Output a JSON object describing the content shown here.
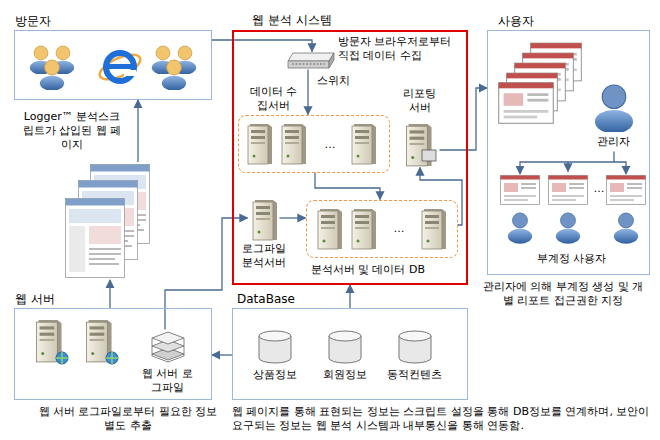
{
  "diagram": {
    "nodes": [
      {
        "text": [
          "방문자"
        ]
      },
      {
        "text": [
          "Logger™ 분석스크립트가 삽입된 웹 페이지"
        ]
      },
      {
        "text": [
          "웹 분석 시스템"
        ]
      },
      {
        "text": [
          "스위치"
        ],
        "in": 2
      },
      {
        "text": [
          "데이터 수집서버"
        ],
        "in": 2
      },
      {
        "text": [
          "리포팅 서버"
        ],
        "in": 2
      },
      {
        "text": [
          "로그파일 분석서버"
        ],
        "in": 2
      },
      {
        "text": [
          "분석서버 및 데이터 DB"
        ],
        "in": 2
      },
      {
        "text": [
          "사용자"
        ]
      },
      {
        "text": [
          "관리자"
        ],
        "in": 8
      },
      {
        "text": [
          "부계정 사용자"
        ],
        "in": 8
      },
      {
        "text": [
          "웹 서버"
        ]
      },
      {
        "text": [
          "웹 서버 로그파일"
        ],
        "in": 11
      },
      {
        "text": [
          "DataBase"
        ]
      },
      {
        "text": [
          "상품정보"
        ],
        "in": 13
      },
      {
        "text": [
          "회원정보"
        ],
        "in": 13
      },
      {
        "text": [
          "동적컨텐츠"
        ],
        "in": 13
      }
    ],
    "edges": [
      {
        "from": 0,
        "to": 3,
        "arrow": "to"
      },
      {
        "from": 3,
        "to": 4,
        "arrow": "to"
      },
      {
        "from": 4,
        "to": 7,
        "arrow": "to"
      },
      {
        "from": 7,
        "to": 5,
        "arrow": "to"
      },
      {
        "from": 5,
        "to": 8,
        "arrow": "to"
      },
      {
        "from": 11,
        "to": 1,
        "arrow": "to"
      },
      {
        "from": 1,
        "to": 0,
        "arrow": "to"
      },
      {
        "from": 12,
        "to": 6,
        "arrow": "to"
      },
      {
        "from": 6,
        "to": 7,
        "arrow": "to"
      },
      {
        "from": 13,
        "to": 2,
        "arrow": "to"
      },
      {
        "from": 13,
        "to": 11,
        "arrow": "to"
      },
      {
        "from": 9,
        "to": 10,
        "arrow": "to"
      }
    ],
    "labels": [
      "방문자 브라우저로부터 직접 데이터 수집",
      "…",
      "…",
      "…",
      "관리자에 의해 부계정 생성 및 개별 리포트 접근권한 지정",
      "웹 서버 로그파일로부터 필요한 정보 별도 추출",
      "웹 페이지를 통해 표현되는 정보는 스크립트 설정을 통해 DB정보를 연계하며, 보안이 요구되는 정보는 웹 분석 시스템과 내부통신을 통해 연동함."
    ]
  }
}
